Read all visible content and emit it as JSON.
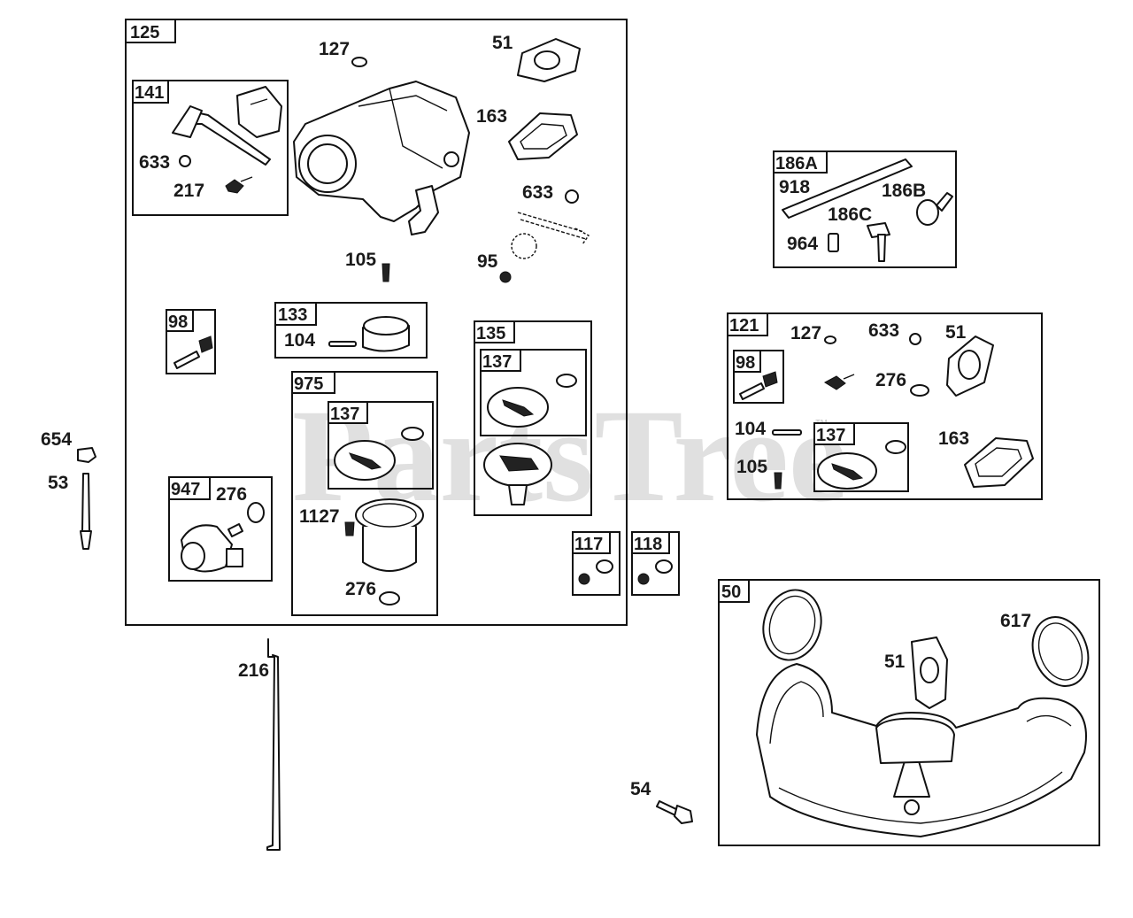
{
  "watermark": {
    "text": "PartsTree",
    "trademark": "™"
  },
  "groups": {
    "g125": "125",
    "g141": "141",
    "g98a": "98",
    "g133": "133",
    "g975": "975",
    "g137a": "137",
    "g947": "947",
    "g135": "135",
    "g137b": "137",
    "g117": "117",
    "g118": "118",
    "g186a": "186A",
    "g121": "121",
    "g98b": "98",
    "g137c": "137",
    "g50": "50"
  },
  "callouts": {
    "c127a": "127",
    "c51a": "51",
    "c163a": "163",
    "c633a": "633",
    "c217": "217",
    "c633b": "633",
    "c105a": "105",
    "c95": "95",
    "c104a": "104",
    "c276a": "276",
    "c1127": "1127",
    "c276b": "276",
    "c654": "654",
    "c53": "53",
    "c216": "216",
    "c54": "54",
    "c918": "918",
    "c186b": "186B",
    "c186c": "186C",
    "c964": "964",
    "c127b": "127",
    "c633c": "633",
    "c51b": "51",
    "c276c": "276",
    "c104b": "104",
    "c105b": "105",
    "c163b": "163",
    "c51c": "51",
    "c617": "617"
  }
}
